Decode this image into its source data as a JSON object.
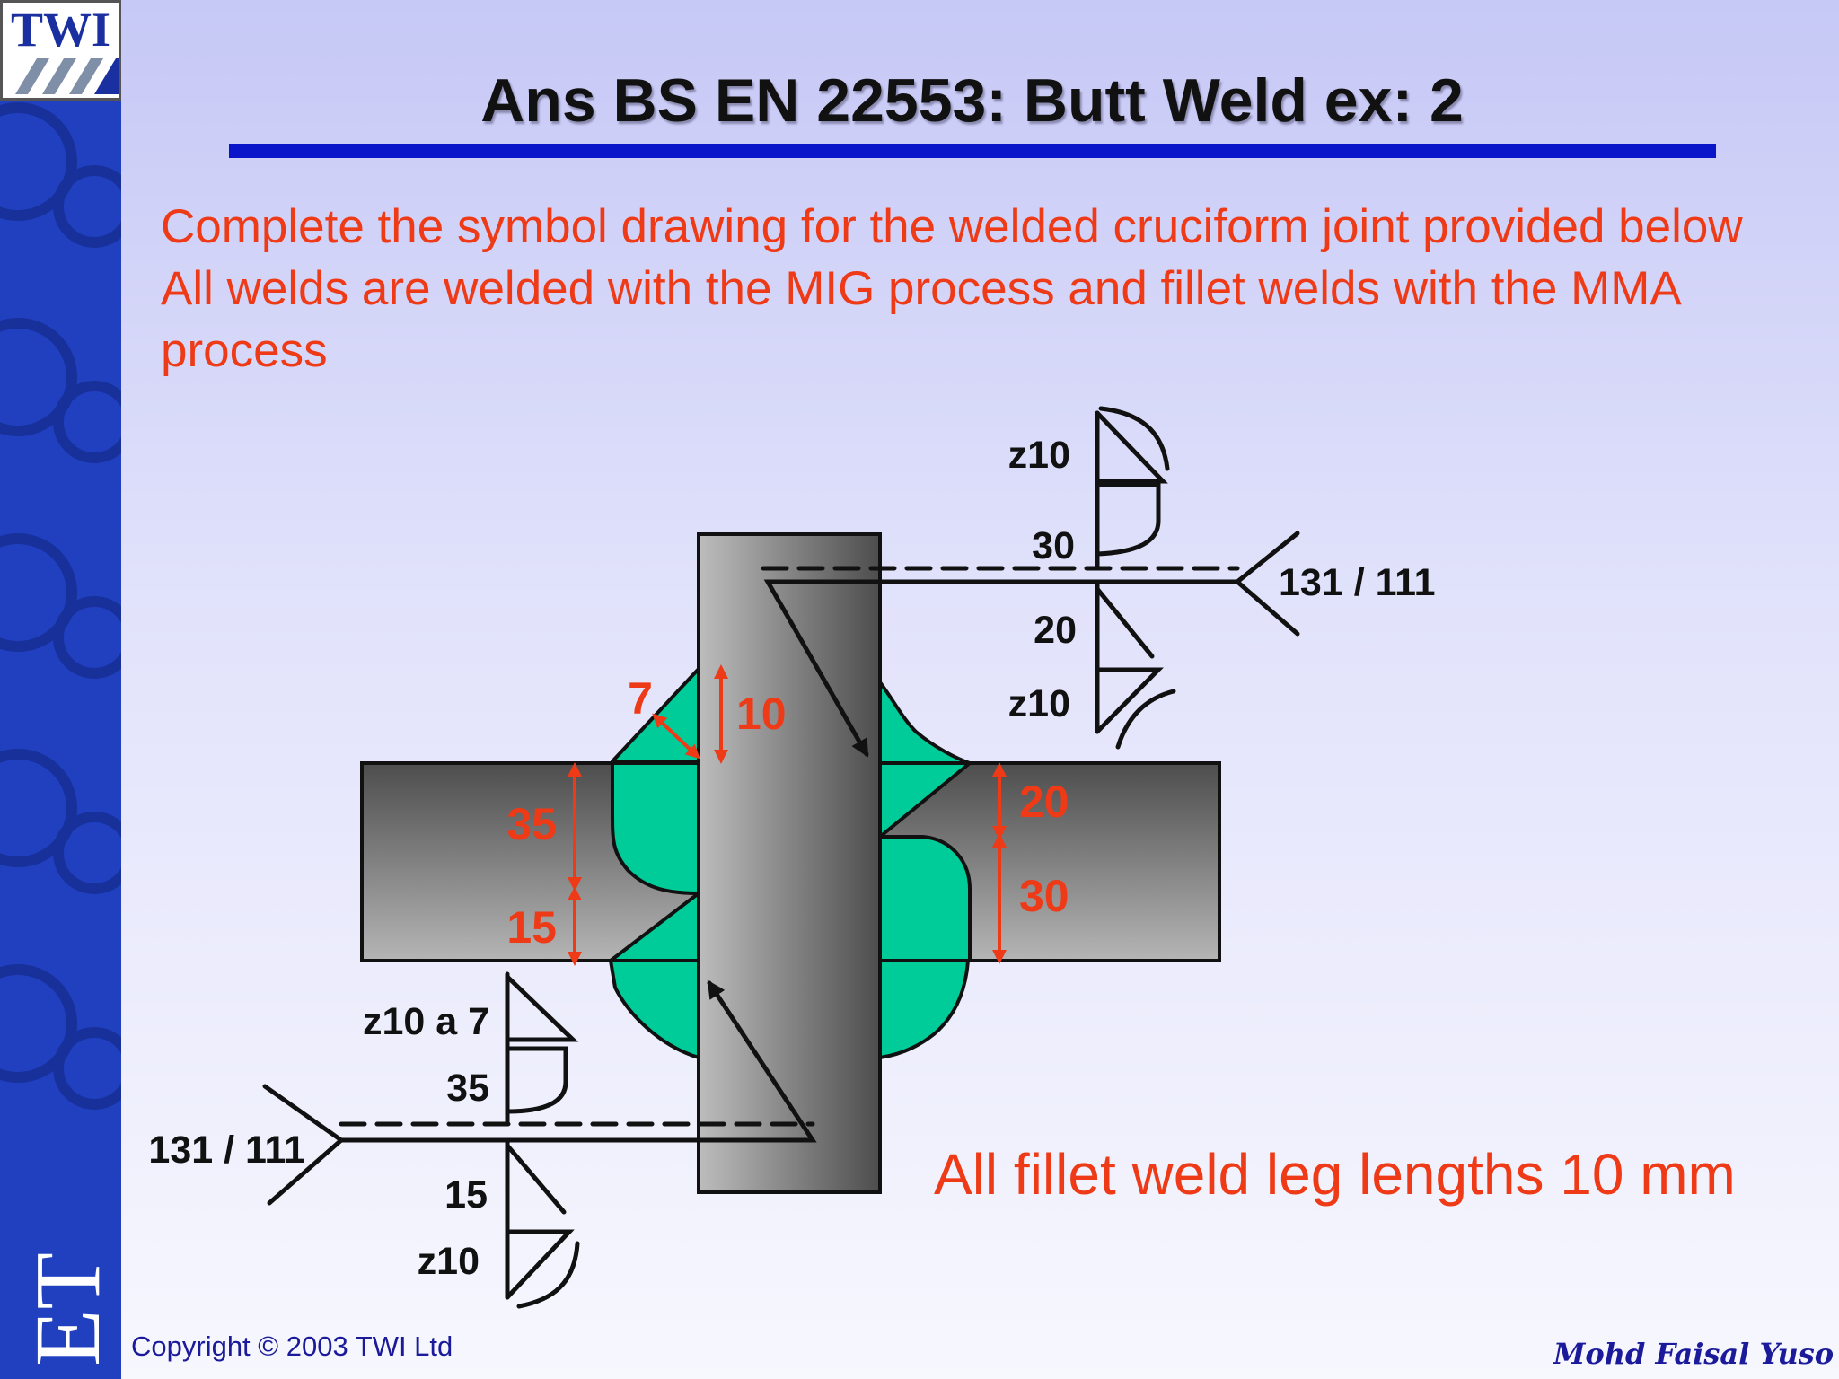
{
  "logo": {
    "text": "TWI"
  },
  "sidebar_letters": "ET",
  "title": "Ans BS EN 22553: Butt Weld ex: 2",
  "instructions": [
    "Complete the symbol drawing for the welded cruciform joint provided below",
    "All welds are welded with the MIG process and fillet welds with the MMA process"
  ],
  "fillet_note": "All fillet weld leg lengths 10 mm",
  "copyright": "Copyright © 2003 TWI Ltd",
  "author": "Mohd Faisal Yuso",
  "dimensions": {
    "throat": "7",
    "leg_top_left": "10",
    "left_upper_depth": "35",
    "left_lower_depth": "15",
    "right_upper_depth": "20",
    "right_lower_depth": "30"
  },
  "symbol_top": {
    "process": "131 / 111",
    "arrow_fillet": "z10",
    "arrow_butt": "30",
    "other_butt": "20",
    "other_fillet": "z10"
  },
  "symbol_bottom": {
    "process": "131 / 111",
    "arrow_fillet": "z10 a 7",
    "arrow_butt": "35",
    "other_butt": "15",
    "other_fillet": "z10"
  },
  "colors": {
    "weld": "#00cc99",
    "dimension": "#ee3a16",
    "title_rule": "#0a14c8",
    "sidebar": "#2040c0"
  }
}
